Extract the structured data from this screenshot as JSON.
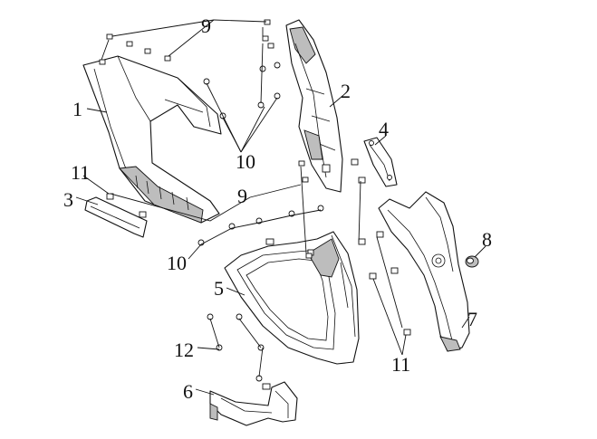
{
  "callouts": [
    {
      "id": "c1",
      "label": "1"
    },
    {
      "id": "c2",
      "label": "2"
    },
    {
      "id": "c3",
      "label": "3"
    },
    {
      "id": "c4",
      "label": "4"
    },
    {
      "id": "c5",
      "label": "5"
    },
    {
      "id": "c6",
      "label": "6"
    },
    {
      "id": "c7",
      "label": "7"
    },
    {
      "id": "c8",
      "label": "8"
    },
    {
      "id": "c9a",
      "label": "9"
    },
    {
      "id": "c9b",
      "label": "9"
    },
    {
      "id": "c10a",
      "label": "10"
    },
    {
      "id": "c10b",
      "label": "10"
    },
    {
      "id": "c11a",
      "label": "11"
    },
    {
      "id": "c11b",
      "label": "11"
    },
    {
      "id": "c12",
      "label": "12"
    }
  ],
  "colors": {
    "line": "#111111",
    "fill": "#ffffff",
    "shade": "#bdbdbd"
  }
}
